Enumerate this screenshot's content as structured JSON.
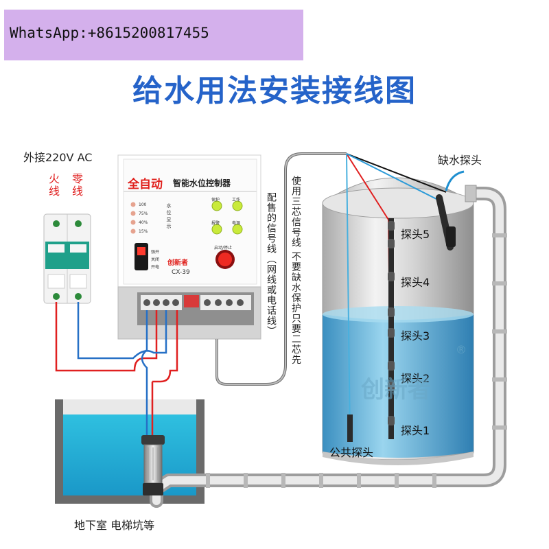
{
  "banner": {
    "text": "WhatsApp:+8615200817455"
  },
  "title": "给水用法安装接线图",
  "external": {
    "label": "外接220V AC",
    "live_line": "火\n线",
    "neutral_line": "零\n线"
  },
  "controller": {
    "title": "全自动",
    "subtitle": "智能水位控制器",
    "brand": "创新者",
    "model": "CX-39",
    "levels": [
      "100",
      "75%",
      "40%",
      "15%"
    ],
    "level_caption": "水位显示",
    "indicators": [
      "保护",
      "工作",
      "报警",
      "电源"
    ],
    "switch_labels": [
      "强开",
      "关闭",
      "开电"
    ],
    "stop_label": "启动/停止"
  },
  "signal_note": "配售的信号线（网线或电话线）",
  "usage_note": "使用三芯信号线 不要缺水保护只要二芯先",
  "probes": {
    "low_water": "缺水探头",
    "levels": [
      "探头5",
      "探头4",
      "探头3",
      "探头2",
      "探头1"
    ],
    "common": "公共探头"
  },
  "tank_brand": "创新者",
  "registered_mark": "®",
  "basement": "地下室 电梯坑等"
}
